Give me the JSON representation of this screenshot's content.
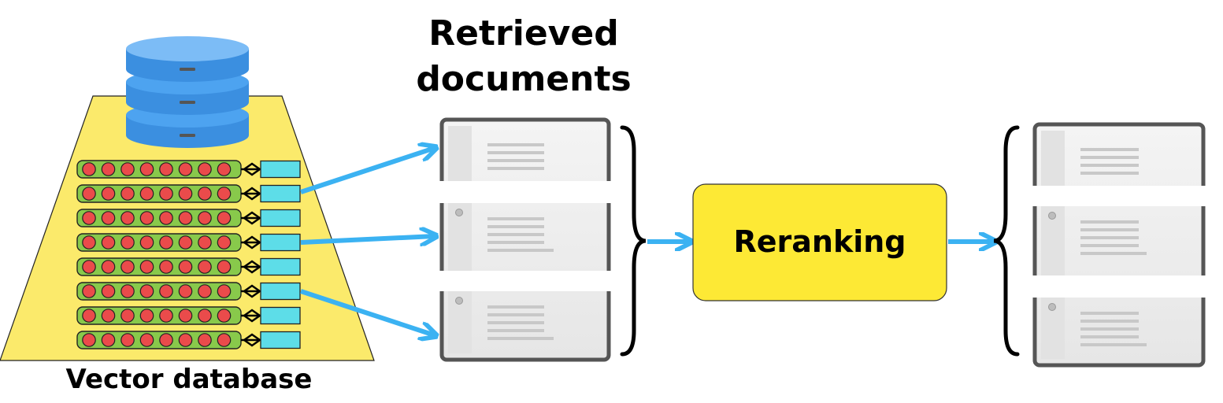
{
  "labels": {
    "vector_database": "Vector database",
    "retrieved_documents": [
      "Retrieved",
      "documents"
    ],
    "reranking": "Reranking"
  },
  "colors": {
    "arrow": "#3bb2f2",
    "trapezoid": "#fbea6b",
    "database": "#4da3f0",
    "vector_row": "#88c94b",
    "vector_dot": "#ea4b4b",
    "id_box": "#5ddde8",
    "rerank_box": "#fde935",
    "doc_line": "#c8c8c8"
  },
  "vector_rows": 8,
  "dots_per_row": 8
}
